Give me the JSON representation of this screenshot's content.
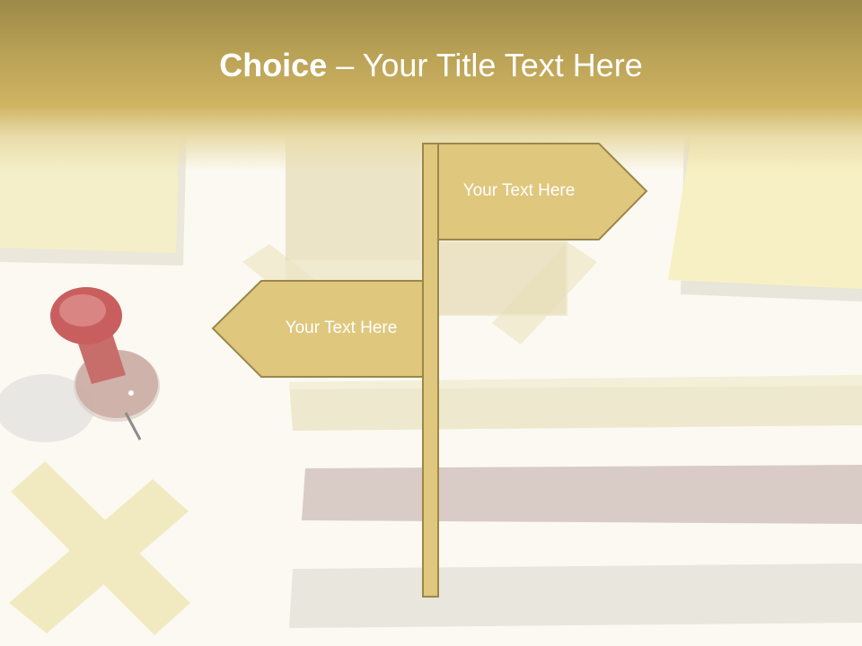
{
  "slide": {
    "title_bold": "Choice",
    "title_rest": " – Your Title Text Here"
  },
  "signpost": {
    "right_sign_text": "Your Text Here",
    "left_sign_text": "Your Text Here"
  },
  "colors": {
    "header": "#cfb462",
    "sign_fill": "#dfc77e",
    "sign_border": "#9b8748",
    "background": "#fbf9f1"
  }
}
